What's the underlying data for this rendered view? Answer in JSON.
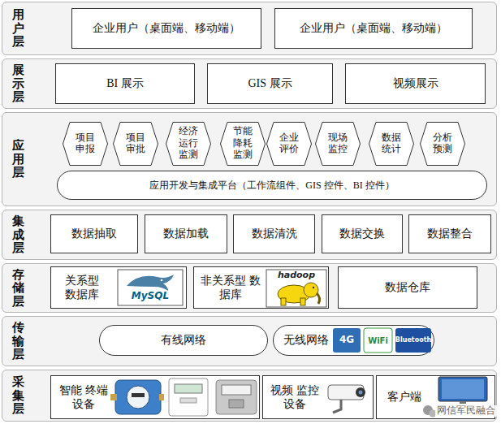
{
  "diagram": {
    "nodes": [
      {
        "text": [
          "用户层"
        ]
      },
      {
        "text": [
          "企业用户（桌面端、移动端）"
        ],
        "in": 0
      },
      {
        "text": [
          "企业用户（桌面端、移动端）"
        ],
        "in": 0
      },
      {
        "text": [
          "展示层"
        ]
      },
      {
        "text": [
          "BI 展示"
        ],
        "in": 3
      },
      {
        "text": [
          "GIS 展示"
        ],
        "in": 3
      },
      {
        "text": [
          "视频展示"
        ],
        "in": 3
      },
      {
        "text": [
          "应用层"
        ]
      },
      {
        "text": [
          "项目 申报"
        ],
        "in": 7
      },
      {
        "text": [
          "项目 审批"
        ],
        "in": 7
      },
      {
        "text": [
          "经济 运行 监测"
        ],
        "in": 7
      },
      {
        "text": [
          "节能 降耗 监测"
        ],
        "in": 7
      },
      {
        "text": [
          "企业 评价"
        ],
        "in": 7
      },
      {
        "text": [
          "现场 监控"
        ],
        "in": 7
      },
      {
        "text": [
          "数据 统计"
        ],
        "in": 7
      },
      {
        "text": [
          "分析 预测"
        ],
        "in": 7
      },
      {
        "text": [
          "应用开发与集成平台（工作流组件、GIS 控件、BI 控件）"
        ],
        "in": 7
      },
      {
        "text": [
          "集成层"
        ]
      },
      {
        "text": [
          "数据抽取"
        ],
        "in": 17
      },
      {
        "text": [
          "数据加载"
        ],
        "in": 17
      },
      {
        "text": [
          "数据清洗"
        ],
        "in": 17
      },
      {
        "text": [
          "数据交换"
        ],
        "in": 17
      },
      {
        "text": [
          "数据整合"
        ],
        "in": 17
      },
      {
        "text": [
          "存储层"
        ]
      },
      {
        "text": [
          "关系型 数据库"
        ],
        "in": 23
      },
      {
        "text": [
          "非关系型 数据库"
        ],
        "in": 23
      },
      {
        "text": [
          "数据仓库"
        ],
        "in": 23
      },
      {
        "text": [
          "传输层"
        ]
      },
      {
        "text": [
          "有线网络"
        ],
        "in": 27
      },
      {
        "text": [
          "无线网络"
        ],
        "in": 27
      },
      {
        "text": [
          "采集层"
        ]
      },
      {
        "text": [
          "智能 终端设备"
        ],
        "in": 30
      },
      {
        "text": [
          "视频 监控设备"
        ],
        "in": 30
      },
      {
        "text": [
          "客户端"
        ],
        "in": 30
      }
    ],
    "labels": [
      "MySQL",
      "hadoop",
      "4G",
      "WiFi",
      "Bluetooth",
      "网信军民融合"
    ]
  }
}
